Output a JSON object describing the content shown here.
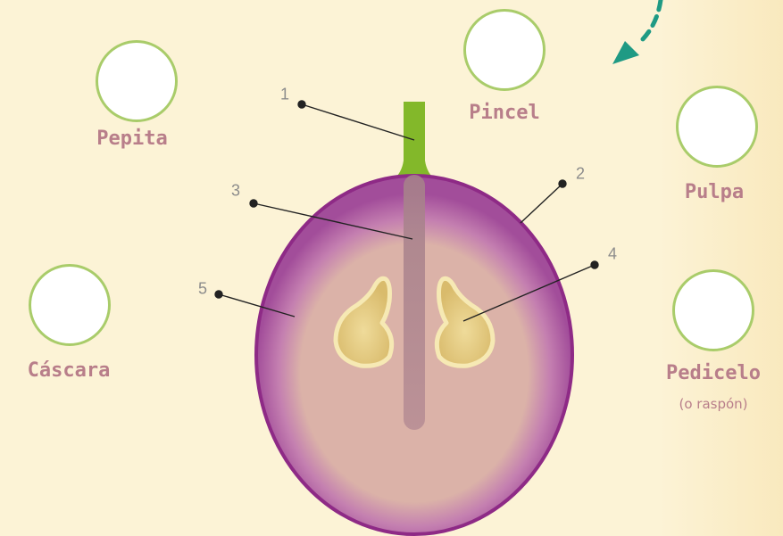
{
  "labels": {
    "pepita": "Pepita",
    "pincel": "Pincel",
    "pulpa": "Pulpa",
    "cascara": "Cáscara",
    "pedicelo": "Pedicelo",
    "pedicelo_note": "(o raspón)"
  },
  "numbers": [
    "1",
    "2",
    "3",
    "4",
    "5"
  ],
  "colors": {
    "background": "#fcf3d6",
    "skin": "#a64d9c",
    "pulp": "#dcb5a9",
    "stem": "#83b82a",
    "seed": "#e8d08a",
    "circle_border": "#a9cc6a",
    "word": "#b87e8a",
    "arrow": "#1f9a84"
  }
}
